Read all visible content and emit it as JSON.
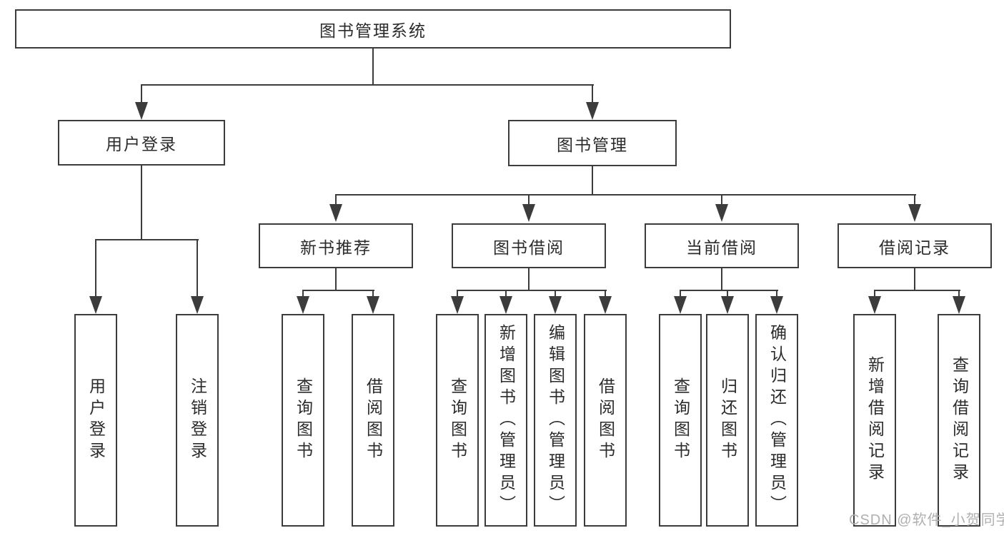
{
  "diagram": {
    "tree": {
      "root": "图书管理系统",
      "children": [
        {
          "label": "用户登录",
          "children": [
            "用户登录",
            "注销登录"
          ]
        },
        {
          "label": "图书管理",
          "children": [
            {
              "label": "新书推荐",
              "children": [
                "查询图书",
                "借阅图书"
              ]
            },
            {
              "label": "图书借阅",
              "children": [
                "查询图书",
                "新增图书（管理员）",
                "编辑图书（管理员）",
                "借阅图书"
              ]
            },
            {
              "label": "当前借阅",
              "children": [
                "查询图书",
                "归还图书",
                "确认归还（管理员）"
              ]
            },
            {
              "label": "借阅记录",
              "children": [
                "新增借阅记录",
                "查询借阅记录"
              ]
            }
          ]
        }
      ]
    },
    "watermark": "CSDN @软件_小贺同学",
    "colors": {
      "line": "#3c3c3c",
      "text": "#2b2b2b",
      "watermark": "#b0b0b0",
      "background": "#ffffff"
    }
  }
}
